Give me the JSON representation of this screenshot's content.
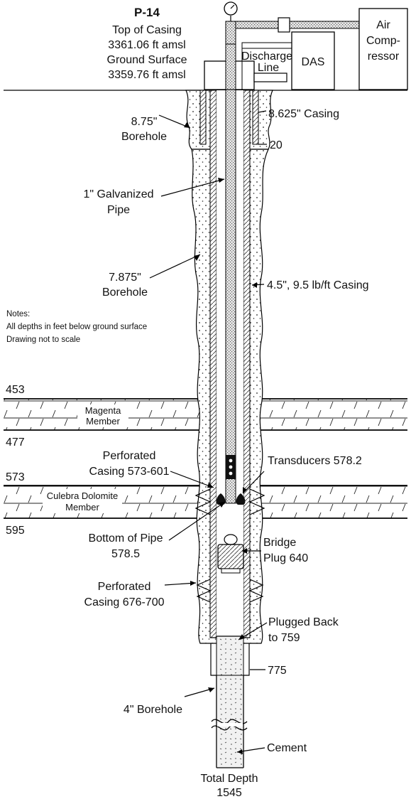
{
  "title": "P-14",
  "header": {
    "top_casing_label": "Top of Casing",
    "top_casing_value": "3361.06 ft amsl",
    "ground_label": "Ground Surface",
    "ground_value": "3359.76 ft amsl"
  },
  "equipment": {
    "discharge_line_1": "Discharge",
    "discharge_line_2": "Line",
    "das": "DAS",
    "compressor_1": "Air",
    "compressor_2": "Comp-",
    "compressor_3": "ressor"
  },
  "labels": {
    "borehole_875_a": "8.75\"",
    "borehole_875_b": "Borehole",
    "casing_8625": "8.625\" Casing",
    "depth_20": "20",
    "galv_pipe_a": "1\" Galvanized",
    "galv_pipe_b": "Pipe",
    "borehole_7875_a": "7.875\"",
    "borehole_7875_b": "Borehole",
    "casing_45": "4.5\", 9.5 lb/ft Casing",
    "transducers": "Transducers 578.2",
    "perf1_a": "Perforated",
    "perf1_b": "Casing 573-601",
    "bottom_pipe_a": "Bottom of Pipe",
    "bottom_pipe_b": "578.5",
    "bridge_a": "Bridge",
    "bridge_b": "Plug 640",
    "perf2_a": "Perforated",
    "perf2_b": "Casing 676-700",
    "plugged_a": "Plugged Back",
    "plugged_b": "to 759",
    "depth_775": "775",
    "borehole_4": "4\" Borehole",
    "cement": "Cement",
    "total_depth_a": "Total Depth",
    "total_depth_b": "1545"
  },
  "notes": {
    "heading": "Notes:",
    "line1": "All depths in feet below ground surface",
    "line2": "Drawing not to scale"
  },
  "formations": [
    {
      "name_1": "Magenta",
      "name_2": "Member",
      "top": "453",
      "bottom": "477"
    },
    {
      "name_1": "Culebra Dolomite",
      "name_2": "Member",
      "top": "573",
      "bottom": "595"
    }
  ]
}
